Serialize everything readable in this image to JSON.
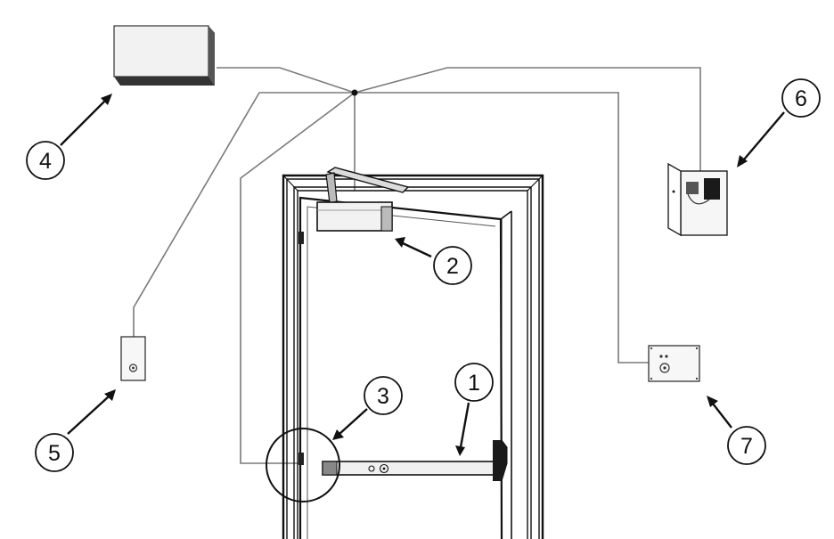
{
  "callouts": [
    {
      "id": "callout-1",
      "label": "1"
    },
    {
      "id": "callout-2",
      "label": "2"
    },
    {
      "id": "callout-3",
      "label": "3"
    },
    {
      "id": "callout-4",
      "label": "4"
    },
    {
      "id": "callout-5",
      "label": "5"
    },
    {
      "id": "callout-6",
      "label": "6"
    },
    {
      "id": "callout-7",
      "label": "7"
    }
  ],
  "components": [
    {
      "name": "exit-device-push-bar",
      "callout": "1"
    },
    {
      "name": "door-closer",
      "callout": "2"
    },
    {
      "name": "electric-hinge-detail",
      "callout": "3"
    },
    {
      "name": "power-supply-box",
      "callout": "4"
    },
    {
      "name": "key-switch-left",
      "callout": "5"
    },
    {
      "name": "control-panel-enclosure",
      "callout": "6"
    },
    {
      "name": "key-switch-plate-right",
      "callout": "7"
    }
  ],
  "colors": {
    "line": "#111111",
    "wire": "#7a7a7a",
    "box_front": "#f2f2f2",
    "box_side": "#444444"
  }
}
